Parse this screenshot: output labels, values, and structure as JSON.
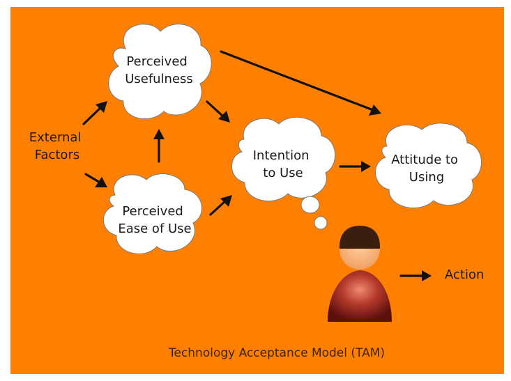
{
  "diagram": {
    "background_color": "#ff8000",
    "nodes": {
      "perceived_usefulness": {
        "line1": "Perceived",
        "line2": "Usefulness"
      },
      "perceived_ease_of_use": {
        "line1": "Perceived",
        "line2": "Ease of Use"
      },
      "intention_to_use": {
        "line1": "Intention",
        "line2": "to Use"
      },
      "attitude_to_using": {
        "line1": "Attitude to",
        "line2": "Using"
      },
      "external_factors": {
        "line1": "External",
        "line2": "Factors"
      },
      "action": {
        "label": "Action"
      }
    },
    "caption": "Technology Acceptance Model (TAM)",
    "icons": [
      "thought-bubble-icon",
      "person-icon"
    ]
  }
}
